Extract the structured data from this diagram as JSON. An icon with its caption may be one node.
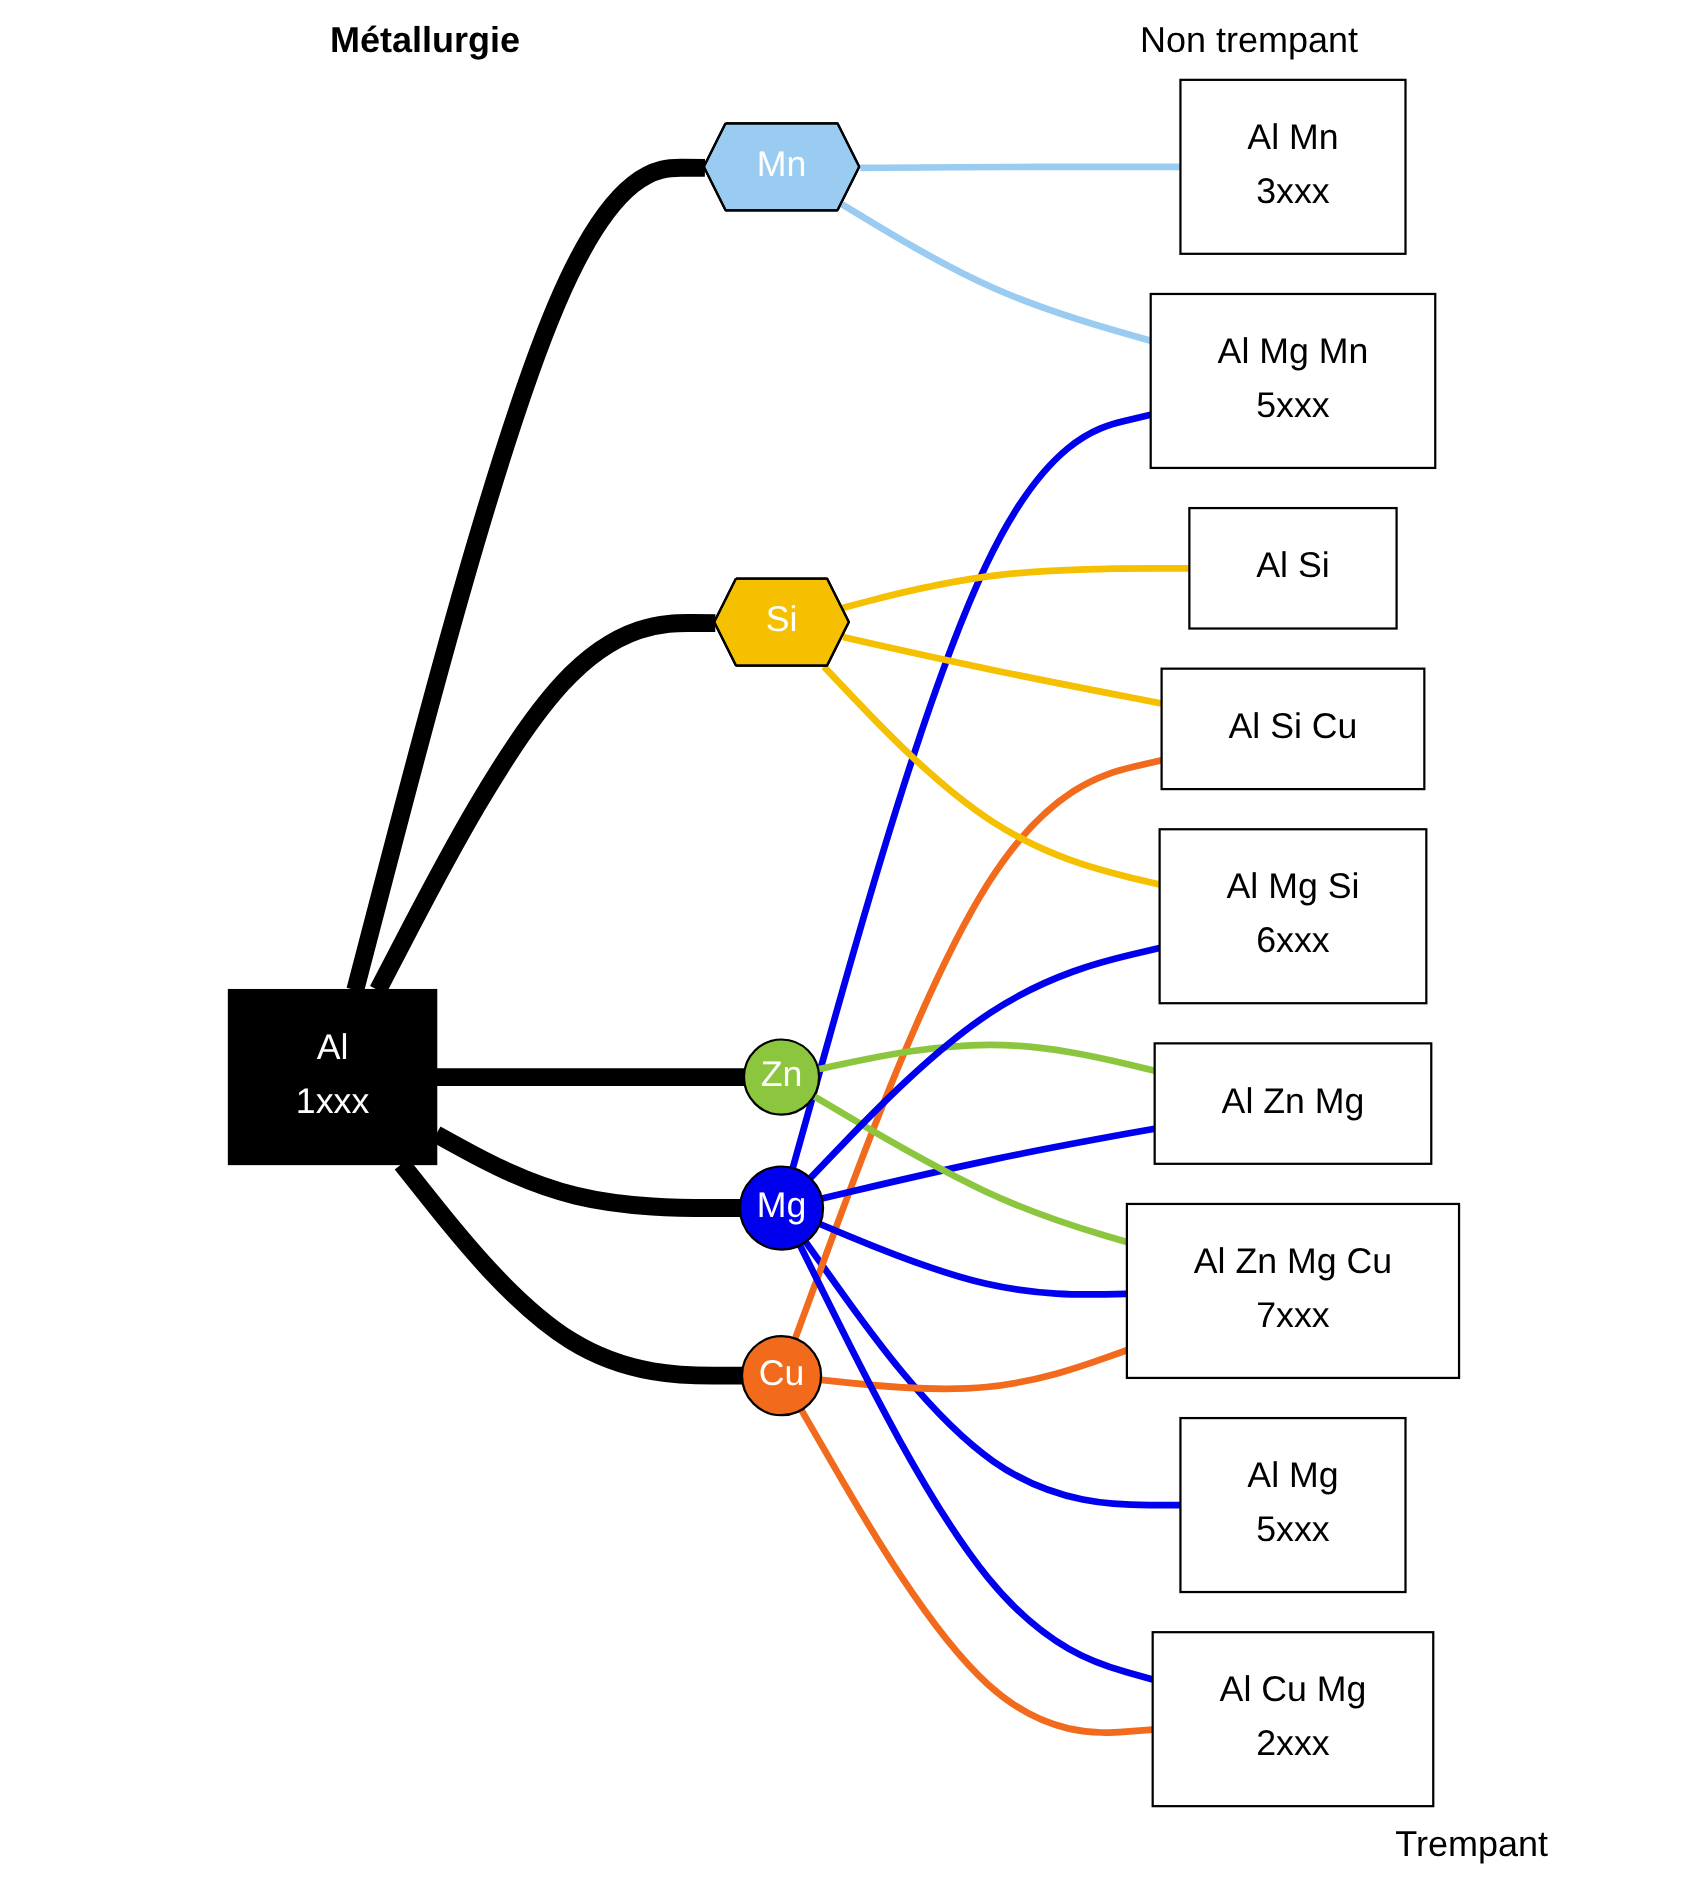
{
  "diagram": {
    "nodes": [
      {
        "text": [
          "Al",
          "1xxx"
        ]
      },
      {
        "text": [
          "Mn"
        ]
      },
      {
        "text": [
          "Si"
        ]
      },
      {
        "text": [
          "Zn"
        ]
      },
      {
        "text": [
          "Mg"
        ]
      },
      {
        "text": [
          "Cu"
        ]
      },
      {
        "text": [
          "Al Mn",
          "3xxx"
        ]
      },
      {
        "text": [
          "Al Mg Mn",
          "5xxx"
        ]
      },
      {
        "text": [
          "Al Mg",
          "5xxx"
        ]
      },
      {
        "text": [
          "Al Si"
        ]
      },
      {
        "text": [
          "Al Si Cu"
        ]
      },
      {
        "text": [
          "Al Zn Mg"
        ]
      },
      {
        "text": [
          "Al Zn Mg Cu",
          "7xxx"
        ]
      },
      {
        "text": [
          "Al Mg Si",
          "6xxx"
        ]
      },
      {
        "text": [
          "Al Cu Mg",
          "2xxx"
        ]
      }
    ],
    "edges": [
      {
        "from": 0,
        "to": 1,
        "arrow": "none",
        "style": "thick",
        "color": "#000000"
      },
      {
        "from": 0,
        "to": 2,
        "arrow": "none",
        "style": "thick",
        "color": "#000000"
      },
      {
        "from": 0,
        "to": 3,
        "arrow": "none",
        "style": "thick",
        "color": "#000000"
      },
      {
        "from": 0,
        "to": 4,
        "arrow": "none",
        "style": "thick",
        "color": "#000000"
      },
      {
        "from": 0,
        "to": 5,
        "arrow": "none",
        "style": "thick",
        "color": "#000000"
      },
      {
        "from": 1,
        "to": 6,
        "arrow": "none",
        "color": "#99ccf0"
      },
      {
        "from": 1,
        "to": 7,
        "arrow": "none",
        "color": "#99ccf0"
      },
      {
        "from": 4,
        "to": 7,
        "arrow": "none",
        "color": "#0000ee"
      },
      {
        "from": 4,
        "to": 8,
        "arrow": "none",
        "color": "#0000ee"
      },
      {
        "from": 2,
        "to": 9,
        "arrow": "none",
        "color": "#f5c000"
      },
      {
        "from": 2,
        "to": 10,
        "arrow": "none",
        "color": "#f5c000"
      },
      {
        "from": 5,
        "to": 10,
        "arrow": "none",
        "color": "#f26b1d"
      },
      {
        "from": 3,
        "to": 11,
        "arrow": "none",
        "color": "#8cc63f"
      },
      {
        "from": 4,
        "to": 11,
        "arrow": "none",
        "color": "#0000ee"
      },
      {
        "from": 3,
        "to": 12,
        "arrow": "none",
        "color": "#8cc63f"
      },
      {
        "from": 4,
        "to": 12,
        "arrow": "none",
        "color": "#0000ee"
      },
      {
        "from": 5,
        "to": 12,
        "arrow": "none",
        "color": "#f26b1d"
      },
      {
        "from": 2,
        "to": 13,
        "arrow": "none",
        "color": "#f5c000"
      },
      {
        "from": 4,
        "to": 13,
        "arrow": "none",
        "color": "#0000ee"
      },
      {
        "from": 4,
        "to": 14,
        "arrow": "none",
        "color": "#0000ee"
      },
      {
        "from": 5,
        "to": 14,
        "arrow": "none",
        "color": "#f26b1d"
      }
    ],
    "labels": [
      "Métallurgie",
      "Non trempant",
      "Trempant"
    ]
  }
}
